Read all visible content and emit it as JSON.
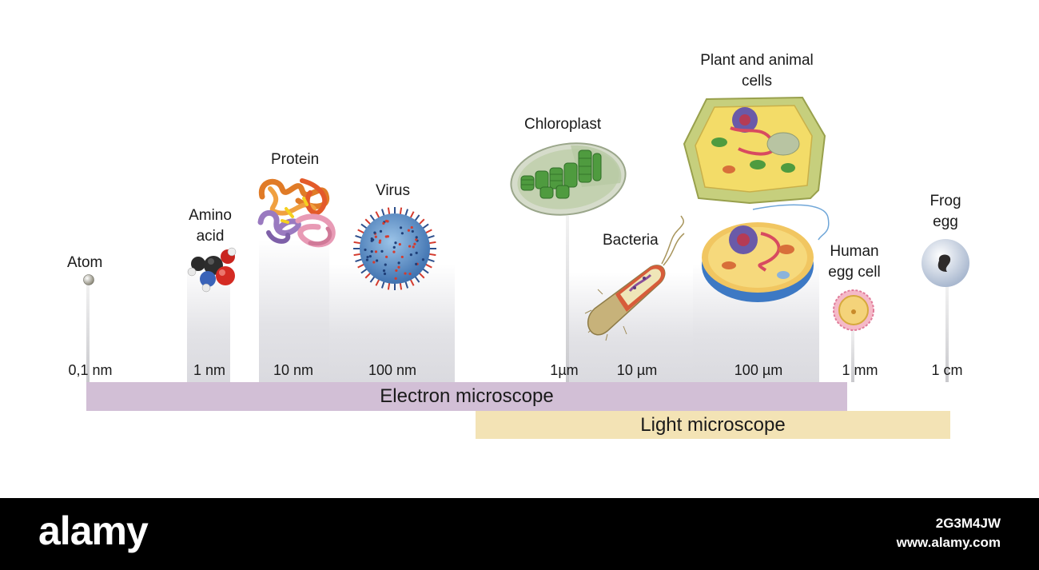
{
  "items": {
    "atom": "Atom",
    "amino_acid_line1": "Amino",
    "amino_acid_line2": "acid",
    "protein": "Protein",
    "virus": "Virus",
    "chloroplast": "Chloroplast",
    "bacteria": "Bacteria",
    "plant_animal_line1": "Plant and animal",
    "plant_animal_line2": "cells",
    "human_egg_line1": "Human",
    "human_egg_line2": "egg cell",
    "frog_egg_line1": "Frog",
    "frog_egg_line2": "egg"
  },
  "scale": [
    "0,1 nm",
    "1 nm",
    "10 nm",
    "100 nm",
    "1µm",
    "10 µm",
    "100 µm",
    "1 mm",
    "1 cm"
  ],
  "ranges": {
    "electron": "Electron microscope",
    "light": "Light microscope"
  },
  "colors": {
    "electron_bar": "#d2bfd6",
    "light_bar": "#f3e3b5"
  },
  "footer": {
    "logo": "alamy",
    "image_id": "2G3M4JW",
    "url": "www.alamy.com"
  }
}
